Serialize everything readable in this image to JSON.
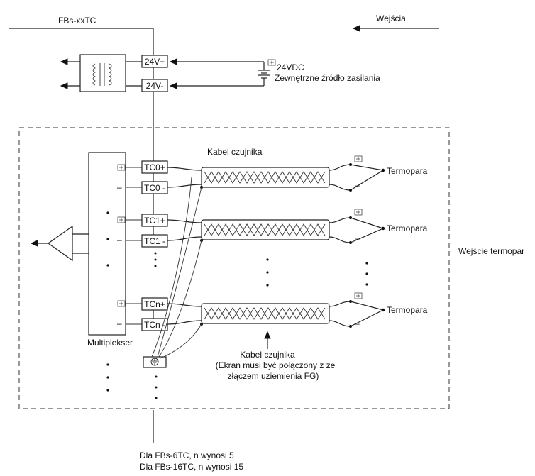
{
  "diagram": {
    "labels": {
      "module": "FBs-xxTC",
      "inputs": "Wejścia",
      "supply_voltage": "24VDC",
      "supply_desc": "Zewnętrzne źródło zasilania",
      "sensor_cable_top": "Kabel czujnika",
      "thermocouple_input": "Wejście termopar",
      "multiplexer": "Multiplekser",
      "sensor_cable_note_1": "Kabel czujnika",
      "sensor_cable_note_2": "(Ekran musi być połączony z ze",
      "sensor_cable_note_3": "złączem uziemienia FG)",
      "footnote_1": "Dla FBs-6TC, n wynosi 5",
      "footnote_2": "Dla FBs-16TC, n wynosi 15",
      "minus": "–",
      "thermocouple": "Termopara"
    },
    "terminals": {
      "v24p": "24V+",
      "v24m": "24V-",
      "tc0p": "TC0+",
      "tc0m": "TC0 -",
      "tc1p": "TC1+",
      "tc1m": "TC1 -",
      "tcnp": "TCn+",
      "tcnm": "TCn -"
    },
    "icons": {
      "transformer": "transformer-icon",
      "battery": "battery-icon",
      "ground": "ground-icon",
      "amplifier": "amplifier-icon",
      "plus_marker": "plus-marker-icon"
    }
  }
}
